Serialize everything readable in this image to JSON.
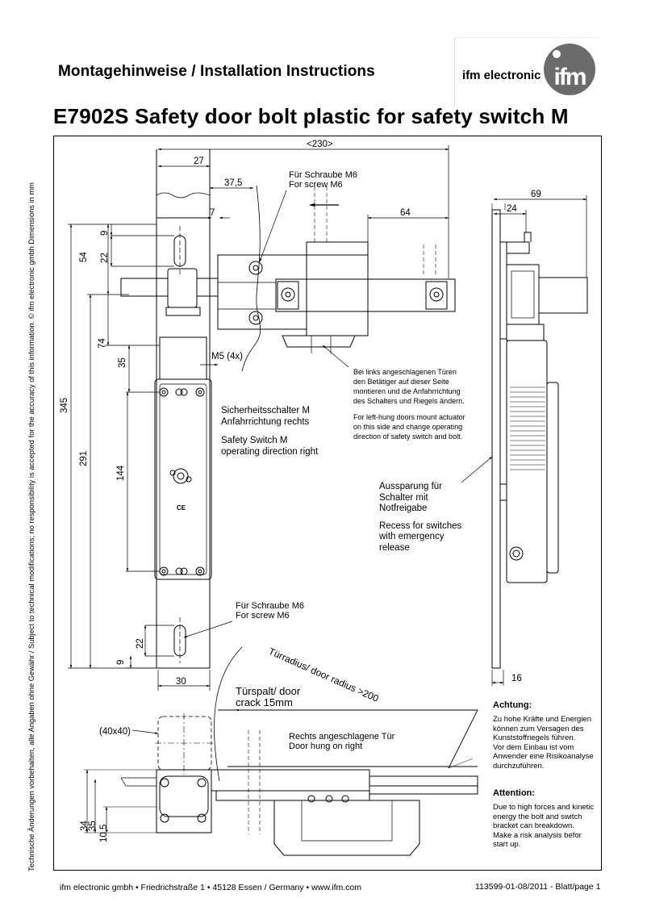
{
  "header": {
    "section_title": "Montagehinweise / Installation Instructions",
    "brand_name": "ifm electronic",
    "logo_mark": "ifm"
  },
  "title": "E7902S  Safety door bolt plastic for safety switch M",
  "side_note": "Technische Änderungen vorbehalten, alle Angaben ohne Gewähr / Subject to technical modifications; no responsibility is accepted for the accuracy of this information. © ifm electronic gmbh  Dimensions in mm",
  "dimensions": {
    "d230": "<230>",
    "d27": "27",
    "d37_5": "37,5",
    "d7": "7",
    "d64": "64",
    "d69": "69",
    "d24": "24",
    "d9a": "9",
    "d22a": "22",
    "d54": "54",
    "d74": "74",
    "d35": "35",
    "d345": "345",
    "d291": "291",
    "d144": "144",
    "d22b": "22",
    "d9b": "9",
    "d30": "30",
    "d16": "16",
    "d34": "34",
    "d35b": "35",
    "d10_5": "10,5",
    "d40x40": "(40x40)",
    "m5": "M5 (4x)"
  },
  "notes": {
    "screw_top_de": "Für Schraube M6",
    "screw_top_en": "For screw M6",
    "left_hung_de_1": "Bei links angeschlagenen Türen",
    "left_hung_de_2": "den Betätiger auf dieser Seite",
    "left_hung_de_3": "montieren und die Anfahrrichtung",
    "left_hung_de_4": "des Schalters und Riegels ändern.",
    "left_hung_en_1": "For left-hung doors mount actuator",
    "left_hung_en_2": "on this side and change operating",
    "left_hung_en_3": "direction of safety switch and bolt.",
    "switch_de_1": "Sicherheitsschalter M",
    "switch_de_2": "Anfahrrichtung rechts",
    "switch_en_1": "Safety Switch M",
    "switch_en_2": "operating direction right",
    "recess_de_1": "Aussparung für",
    "recess_de_2": "Schalter mit",
    "recess_de_3": "Notfreigabe",
    "recess_en_1": "Recess for switches",
    "recess_en_2": "with emergency",
    "recess_en_3": "release",
    "screw_bot_de": "Für Schraube M6",
    "screw_bot_en": "For screw M6",
    "radius": "Türradius/ door radius >200",
    "gap_1": "Türspalt/ door",
    "gap_2": "crack 15mm",
    "right_hung_de": "Rechts angeschlagene Tür",
    "right_hung_en": "Door hung on right",
    "ce": "CE"
  },
  "warnings": {
    "de_title": "Achtung:",
    "de_1": "Zu hohe Kräfte und Energien",
    "de_2": "können zum Versagen des",
    "de_3": "Kunststoffriegels führen.",
    "de_4": "Vor dem Einbau ist vom",
    "de_5": "Anwender eine Risikoanalyse",
    "de_6": "durchzuführen.",
    "en_title": "Attention:",
    "en_1": "Due to high forces and kinetic",
    "en_2": "energy the bolt and switch",
    "en_3": "bracket can breakdown.",
    "en_4": "Make a risk analysis befor",
    "en_5": "start up."
  },
  "footer": {
    "address": "ifm electronic gmbh  •  Friedrichstraße 1  •  45128 Essen / Germany  •  www.ifm.com",
    "doc_ref": "113599-01-08/2011  -  Blatt/page 1"
  },
  "colors": {
    "line": "#000000",
    "hidden": "#555555",
    "logo": "#6b6b6b"
  }
}
